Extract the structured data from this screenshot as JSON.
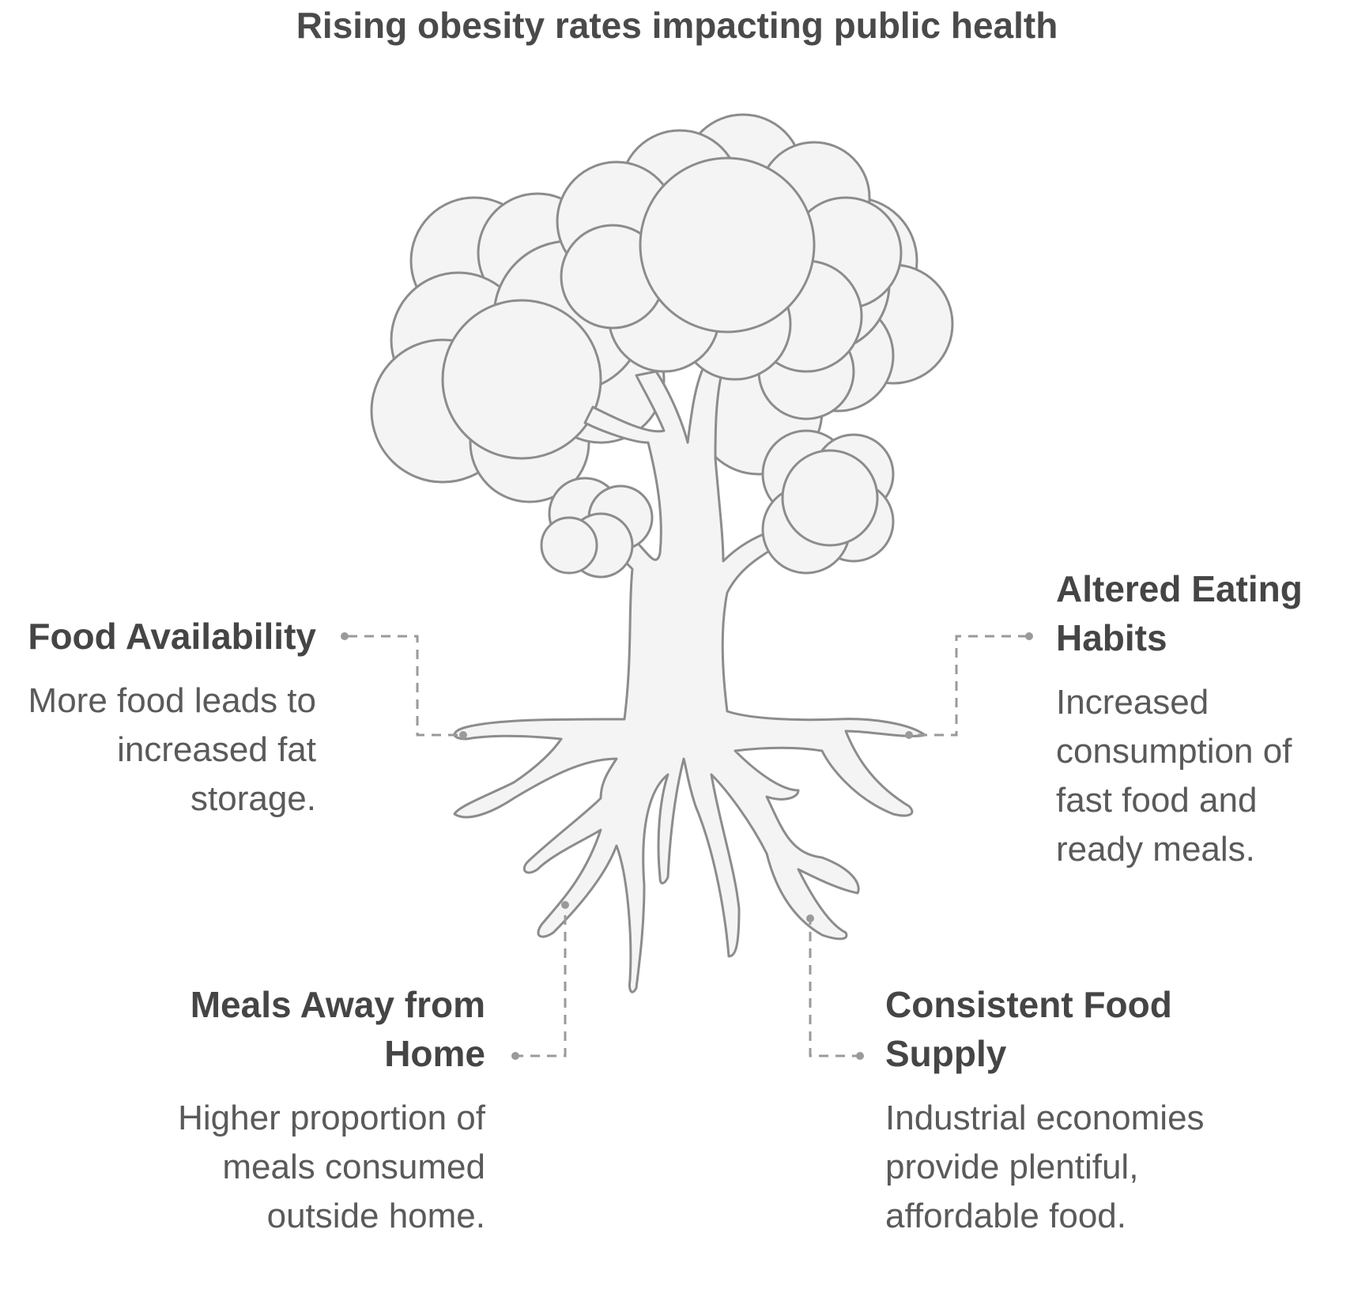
{
  "title": "Rising obesity rates impacting public health",
  "blocks": {
    "food_availability": {
      "heading": "Food Availability",
      "description": "More food leads to increased fat storage."
    },
    "altered_eating": {
      "heading": "Altered Eating Habits",
      "description": "Increased consumption of fast food and ready meals."
    },
    "meals_away": {
      "heading": "Meals Away from Home",
      "description": "Higher proportion of meals consumed outside home."
    },
    "consistent_supply": {
      "heading": "Consistent Food Supply",
      "description": "Industrial economies provide plentiful, affordable food."
    }
  },
  "colors": {
    "fill": "#f4f4f4",
    "stroke": "#8c8c8c",
    "connector": "#9a9a9a",
    "text": "#4a4a4a"
  }
}
